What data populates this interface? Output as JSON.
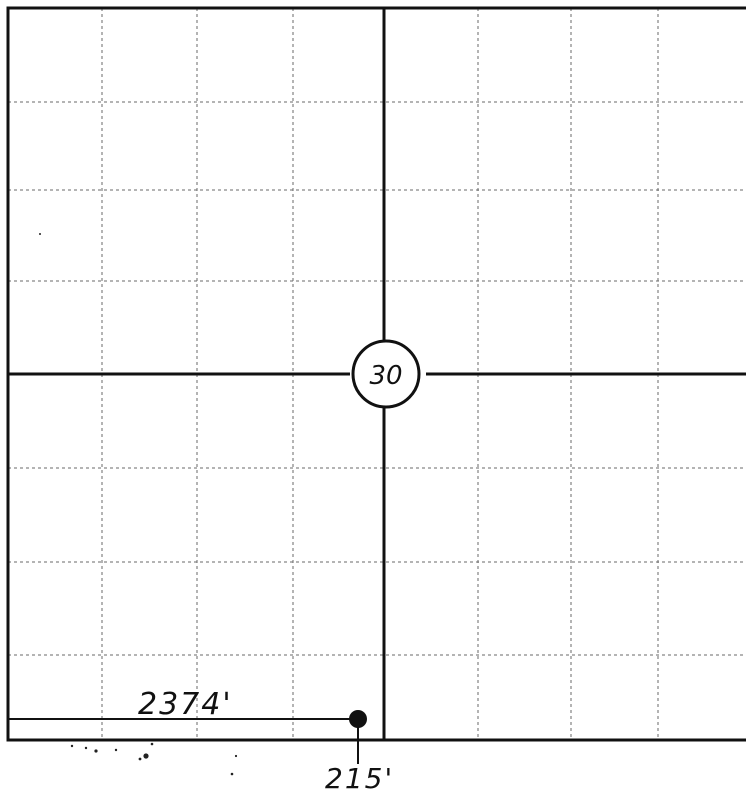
{
  "plat": {
    "section_number": "30",
    "dimensions": {
      "horizontal_distance": "2374'",
      "vertical_distance": "215'"
    },
    "colors": {
      "line": "#111111",
      "grid": "#6a6a6a",
      "background": "#ffffff"
    }
  }
}
